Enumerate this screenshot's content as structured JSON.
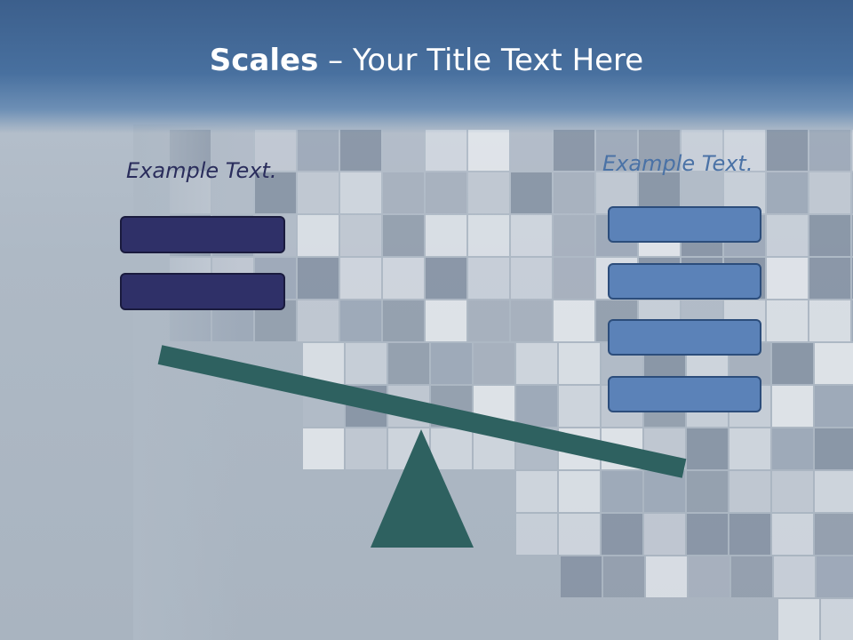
{
  "slide": {
    "title_bold": "Scales",
    "title_rest": " – Your Title Text Here",
    "left_caption": "Example Text.",
    "right_caption": "Example Text.",
    "left_boxes": 2,
    "right_boxes": 4,
    "colors": {
      "title_band": "#48709f",
      "left_box": "#2f3068",
      "right_box": "#5b82b8",
      "scale": "#2e6160",
      "left_caption": "#2a2d5c",
      "right_caption": "#4a72a6"
    }
  }
}
